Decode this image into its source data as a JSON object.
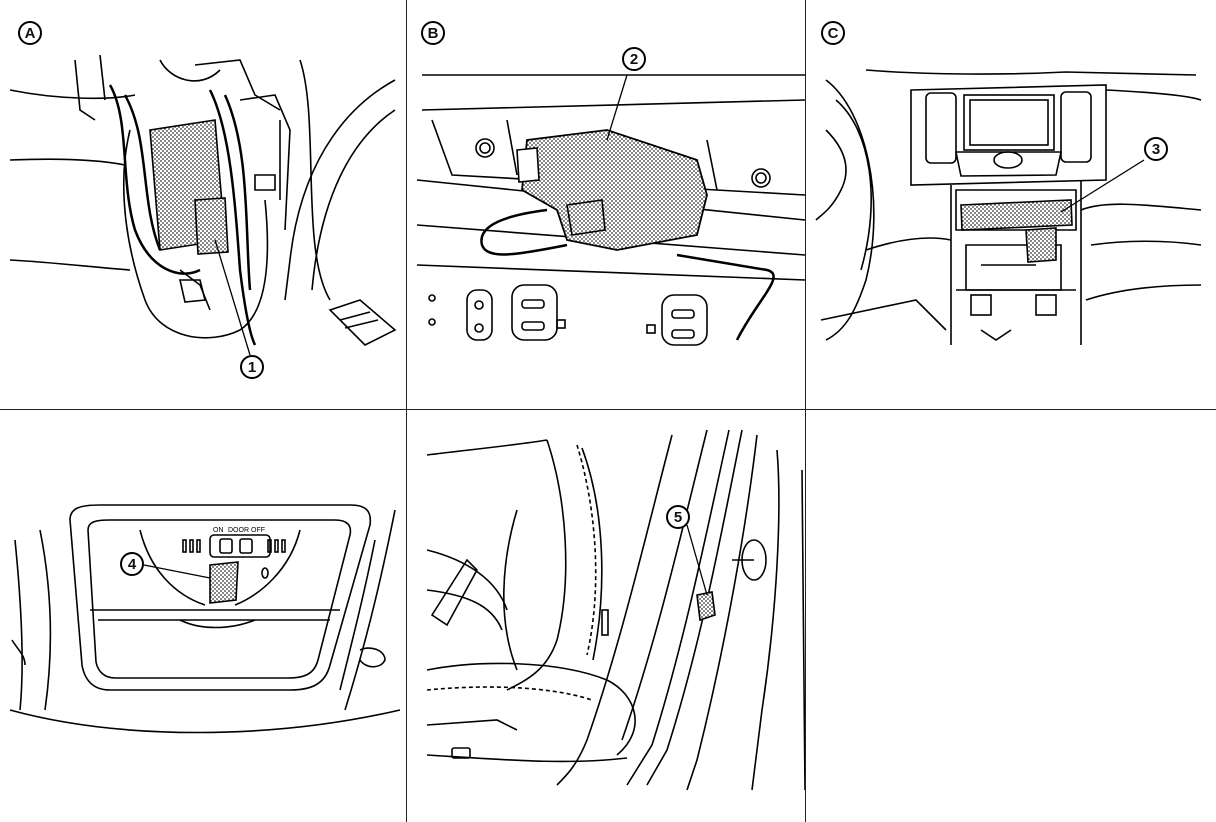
{
  "panels": [
    {
      "label": "A",
      "callout": "1"
    },
    {
      "label": "B",
      "callout": "2"
    },
    {
      "label": "C",
      "callout": "3"
    },
    {
      "label": "",
      "callout": "4",
      "switch_text": [
        "ON",
        "DOOR",
        "OFF"
      ]
    },
    {
      "label": "",
      "callout": "5"
    }
  ],
  "colors": {
    "line": "#000000",
    "hatch": "#555555",
    "background": "#ffffff"
  }
}
